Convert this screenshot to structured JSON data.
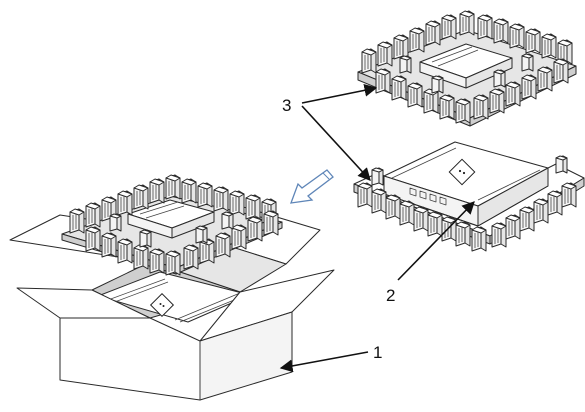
{
  "callouts": {
    "one": "1",
    "two": "2",
    "three": "3"
  },
  "colors": {
    "line": "#2a2a2a",
    "direction_arrow": "#5f86b8"
  },
  "icons": {
    "direction": "hollow-direction-arrow",
    "label_symbol": "diamond-label-icon"
  }
}
